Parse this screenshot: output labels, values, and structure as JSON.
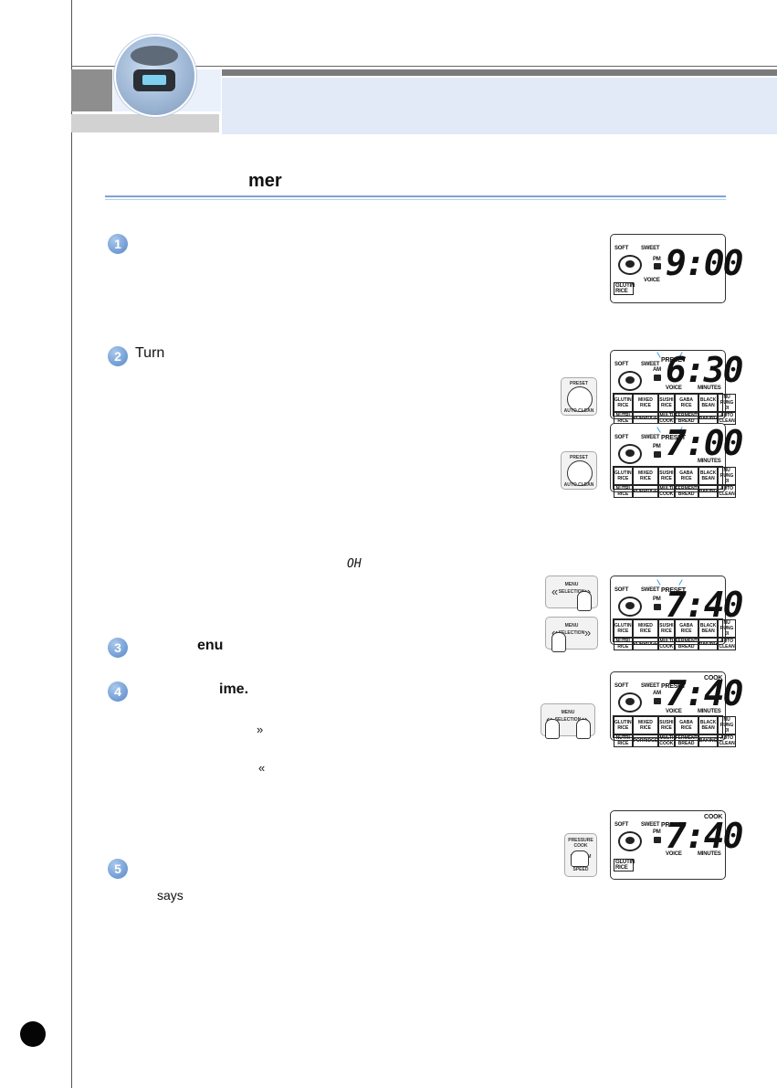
{
  "section": {
    "title": "mer"
  },
  "steps": [
    {
      "num": "1",
      "text": ""
    },
    {
      "num": "2",
      "text": "Turn"
    },
    {
      "num": "3",
      "text": "enu"
    },
    {
      "num": "4",
      "text": "ime."
    },
    {
      "num": "5",
      "text": ""
    }
  ],
  "notes": {
    "oh_glyph": "OH",
    "right_chevron": "»",
    "left_chevron": "«",
    "says": "says"
  },
  "lcd": {
    "soft": "SOFT",
    "sweet": "SWEET",
    "preset": "PRESET",
    "am": "AM",
    "pm": "PM",
    "voice": "VOICE",
    "minutes": "MINUTES",
    "cook": "COOK",
    "glutin": "GLUTIN RICE",
    "displays": [
      {
        "time": "9:00",
        "ampm": "PM"
      },
      {
        "time": "6:30",
        "ampm": "AM"
      },
      {
        "time": "7:00",
        "ampm": "PM"
      },
      {
        "time": "7:40",
        "ampm": "PM"
      },
      {
        "time": "7:40",
        "ampm": "AM"
      },
      {
        "time": "7:40",
        "ampm": "PM"
      }
    ],
    "menu_row1": [
      "GLUTIN RICE",
      "MIXED RICE",
      "SUSHI RICE",
      "GABA RICE",
      "BLACK BEAN",
      "NU RUNG JI"
    ],
    "menu_row2": [
      "NUTRI RICE",
      "PORRIDGE",
      "MULTI COOK",
      "FERMENT BREAD",
      "BAKING",
      "AUTO CLEAN"
    ]
  },
  "buttons": {
    "preset": "PRESET",
    "auto_clean": "AUTO CLEAN",
    "menu": "MENU",
    "selection": "SELECTION",
    "pressure_cook": "PRESSURE COOK",
    "rewarm": "REWARM",
    "speed": "SPEED"
  }
}
